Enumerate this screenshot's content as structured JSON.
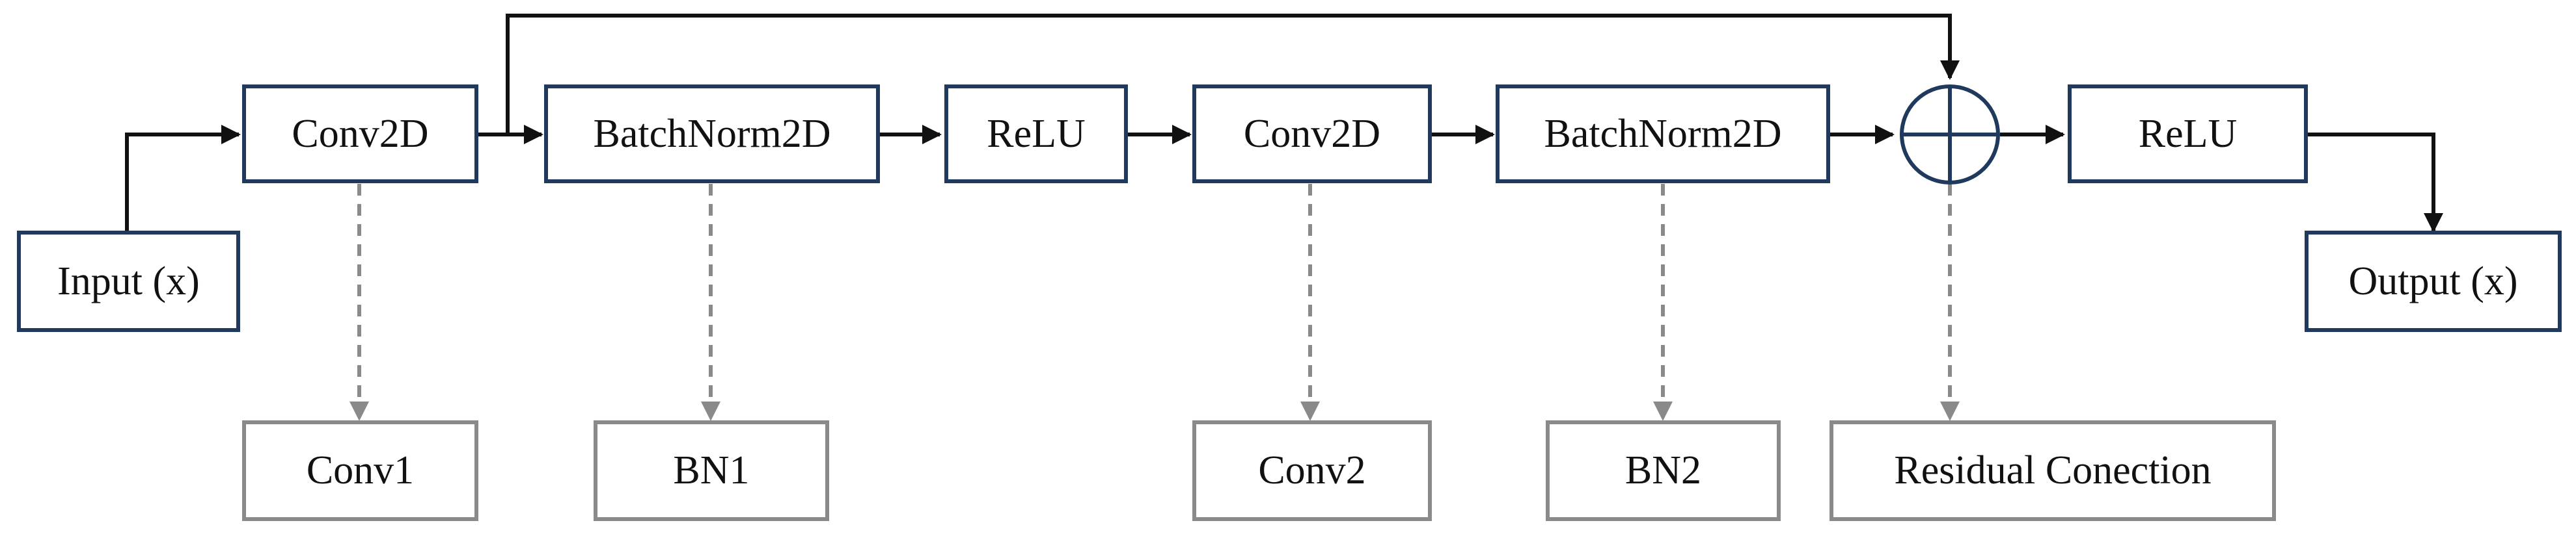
{
  "nodes": {
    "input": "Input (x)",
    "conv2d_1": "Conv2D",
    "batchnorm_1": "BatchNorm2D",
    "relu_1": "ReLU",
    "conv2d_2": "Conv2D",
    "batchnorm_2": "BatchNorm2D",
    "relu_2": "ReLU",
    "output": "Output (x)"
  },
  "labels": {
    "conv1": "Conv1",
    "bn1": "BN1",
    "conv2": "Conv2",
    "bn2": "BN2",
    "residual": "Residual Conection"
  },
  "colors": {
    "main_border": "#1f3a5c",
    "label_border": "#8a8a8a",
    "solid_arrow": "#111111",
    "dashed_arrow": "#8a8a8a"
  }
}
